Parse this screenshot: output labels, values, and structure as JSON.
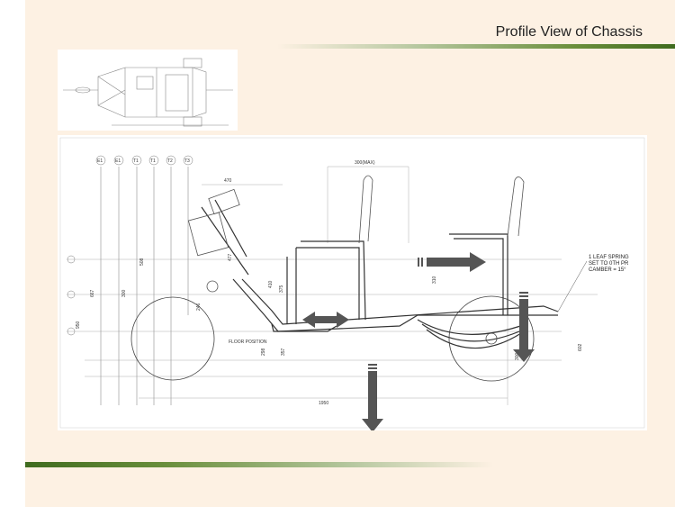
{
  "slide": {
    "title": "Profile View of Chassis"
  },
  "thumbnail": {
    "labels": [
      "",
      ""
    ]
  },
  "drawing": {
    "stations": [
      "E1",
      "E1",
      "T1",
      "T1",
      "T2",
      "T3"
    ],
    "dim_top": "300(MAX)",
    "dim_top2": "470",
    "note": [
      "1 LEAF SPRING",
      "SET TO 0TH PR",
      "CAMBER = 15°"
    ],
    "floor_label": "FLOOR POSITION",
    "overall": "1950",
    "side_dims": [
      "950",
      "667",
      "300",
      "508",
      "477",
      "410",
      "375",
      "246",
      "298",
      "357",
      "310",
      "300",
      "602"
    ]
  },
  "colors": {
    "background": "#fdf1e3",
    "accent": "#3f6b1e",
    "arrow": "#555555"
  }
}
